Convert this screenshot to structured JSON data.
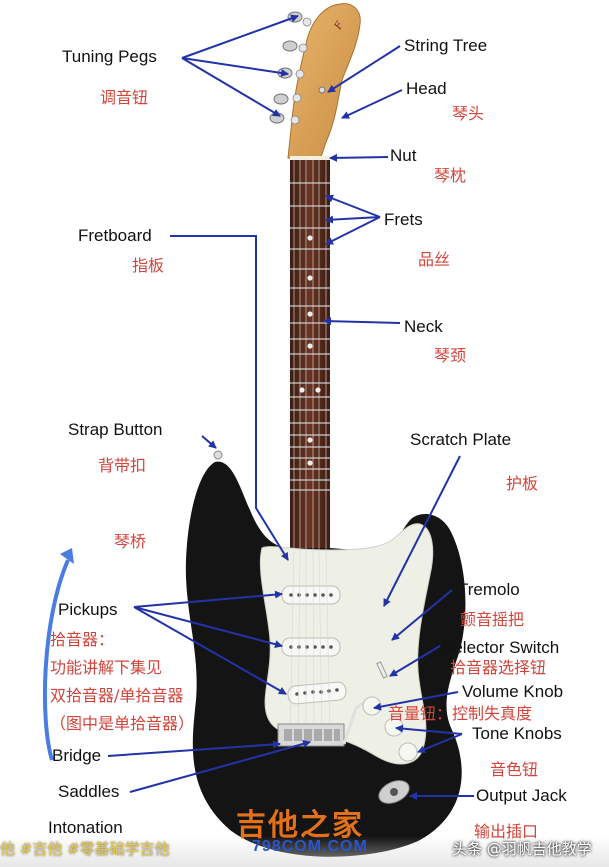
{
  "labels": {
    "tuning_pegs": "Tuning Pegs",
    "tuning_pegs_cn": "调音钮",
    "string_tree": "String Tree",
    "head": "Head",
    "head_cn": "琴头",
    "nut": "Nut",
    "nut_cn": "琴枕",
    "fretboard": "Fretboard",
    "fretboard_cn": "指板",
    "frets": "Frets",
    "frets_cn": "品丝",
    "neck": "Neck",
    "neck_cn": "琴颈",
    "strap_button": "Strap Button",
    "strap_button_cn": "背带扣",
    "scratch_plate": "Scratch Plate",
    "scratch_plate_cn": "护板",
    "bridge_cn_upper": "琴桥",
    "tremolo": "Tremolo",
    "tremolo_cn": "颤音摇把",
    "pickups": "Pickups",
    "pickups_cn_1": "拾音器：",
    "pickups_cn_2": "功能讲解下集见",
    "pickups_cn_3": "双拾音器/单拾音器",
    "pickups_cn_4": "（图中是单拾音器）",
    "selector_switch": "Selector Switch",
    "selector_switch_cn": "拾音器选择钮",
    "volume_knob": "Volume Knob",
    "volume_knob_cn": "音量钮：控制失真度",
    "tone_knobs": "Tone Knobs",
    "tone_knobs_cn": "音色钮",
    "bridge": "Bridge",
    "saddles": "Saddles",
    "output_jack": "Output Jack",
    "output_jack_cn": "输出插口",
    "intonation": "Intonation"
  },
  "watermark": {
    "logo": "吉他之家",
    "url": "798COM.COM",
    "tags": "他 #吉他 #零基础学吉他",
    "author": "头条 @羽帆吉他教学"
  },
  "colors": {
    "arrow": "#2233a8",
    "chinese_label": "#d2453c",
    "guitar_body": "#141414",
    "pickguard": "#eef0e6",
    "headstock": "#d9a35a",
    "fretboard": "#5a2b1c"
  }
}
